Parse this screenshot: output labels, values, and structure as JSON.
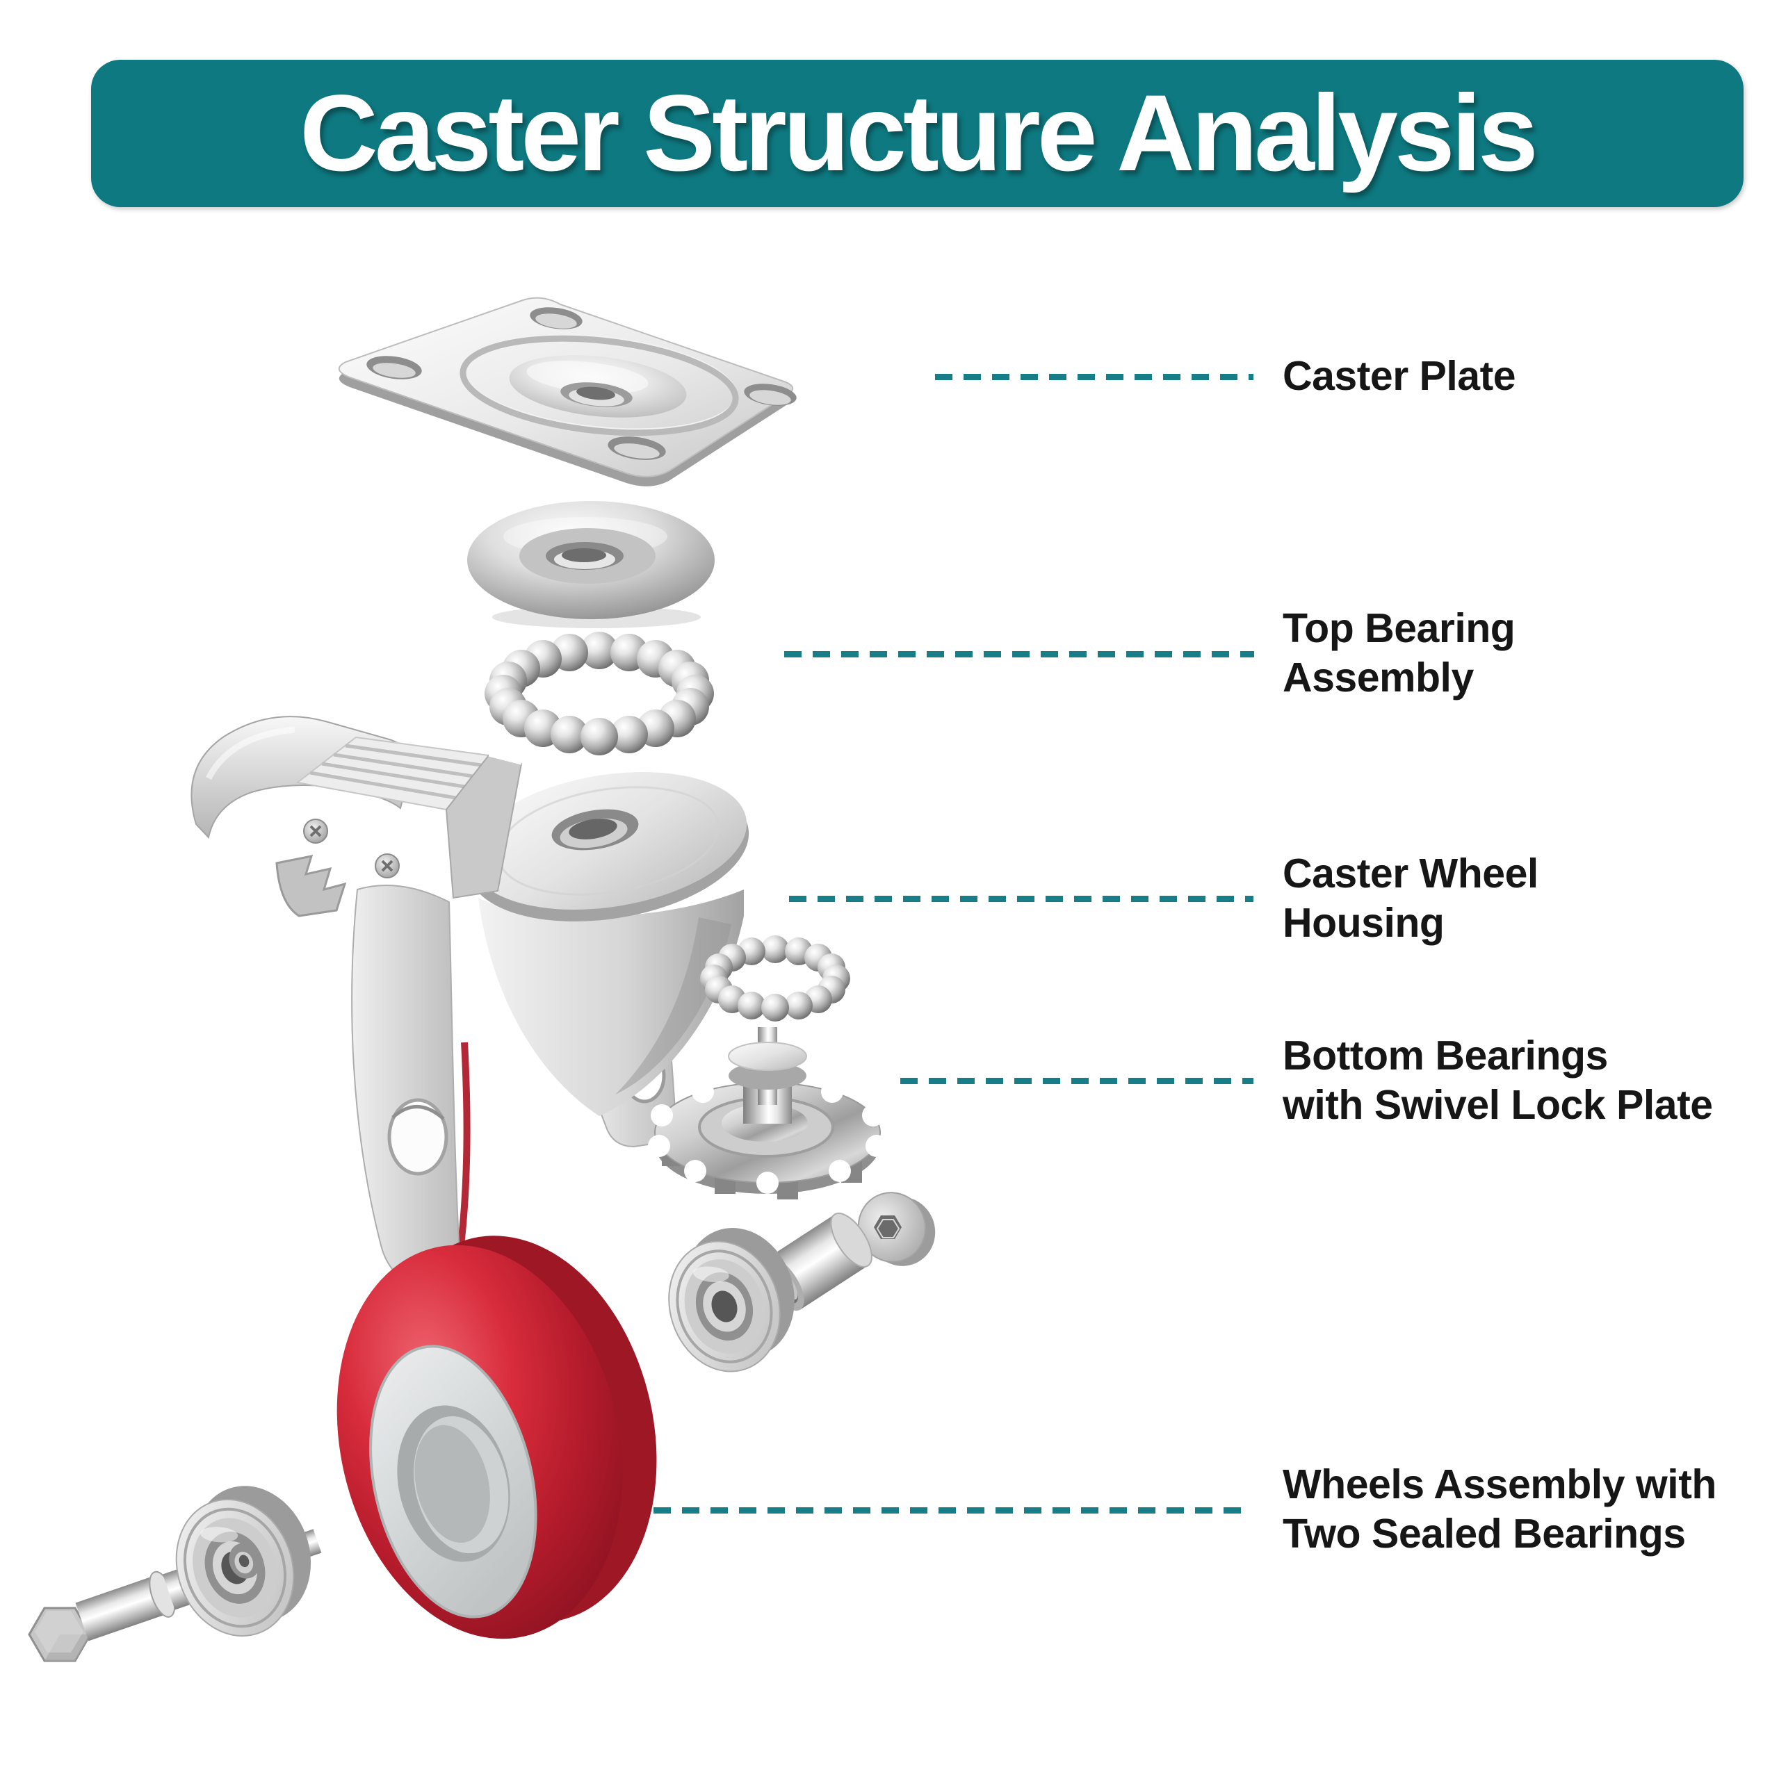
{
  "banner": {
    "title": "Caster Structure Analysis"
  },
  "labels": [
    {
      "id": "caster-plate",
      "line1": "Caster Plate",
      "line2": ""
    },
    {
      "id": "top-bearing-assembly",
      "line1": "Top Bearing",
      "line2": "Assembly"
    },
    {
      "id": "caster-wheel-housing",
      "line1": "Caster Wheel",
      "line2": "Housing"
    },
    {
      "id": "bottom-bearings-swivel-lock",
      "line1": "Bottom Bearings",
      "line2": "with Swivel Lock Plate"
    },
    {
      "id": "wheels-assembly-bearings",
      "line1": "Wheels Assembly with",
      "line2": "Two Sealed Bearings"
    }
  ],
  "parts": [
    "caster-plate",
    "top-bearing-washer",
    "top-bearing-ball-ring",
    "caster-wheel-housing",
    "brake-lever",
    "bottom-ball-ring",
    "swivel-lock-plate",
    "axle-washer",
    "axle-spacer",
    "front-sealed-bearing",
    "polyurethane-wheel",
    "rear-sealed-bearing",
    "axle-bolt"
  ],
  "theme": {
    "background": "#ffffff",
    "banner_color": "#0e7980",
    "banner_text_color": "#ffffff",
    "dash_color": "#177e87",
    "label_text_color": "#161616",
    "wheel_red": "#c5212f",
    "metal_silver": "#d9d9d9"
  }
}
